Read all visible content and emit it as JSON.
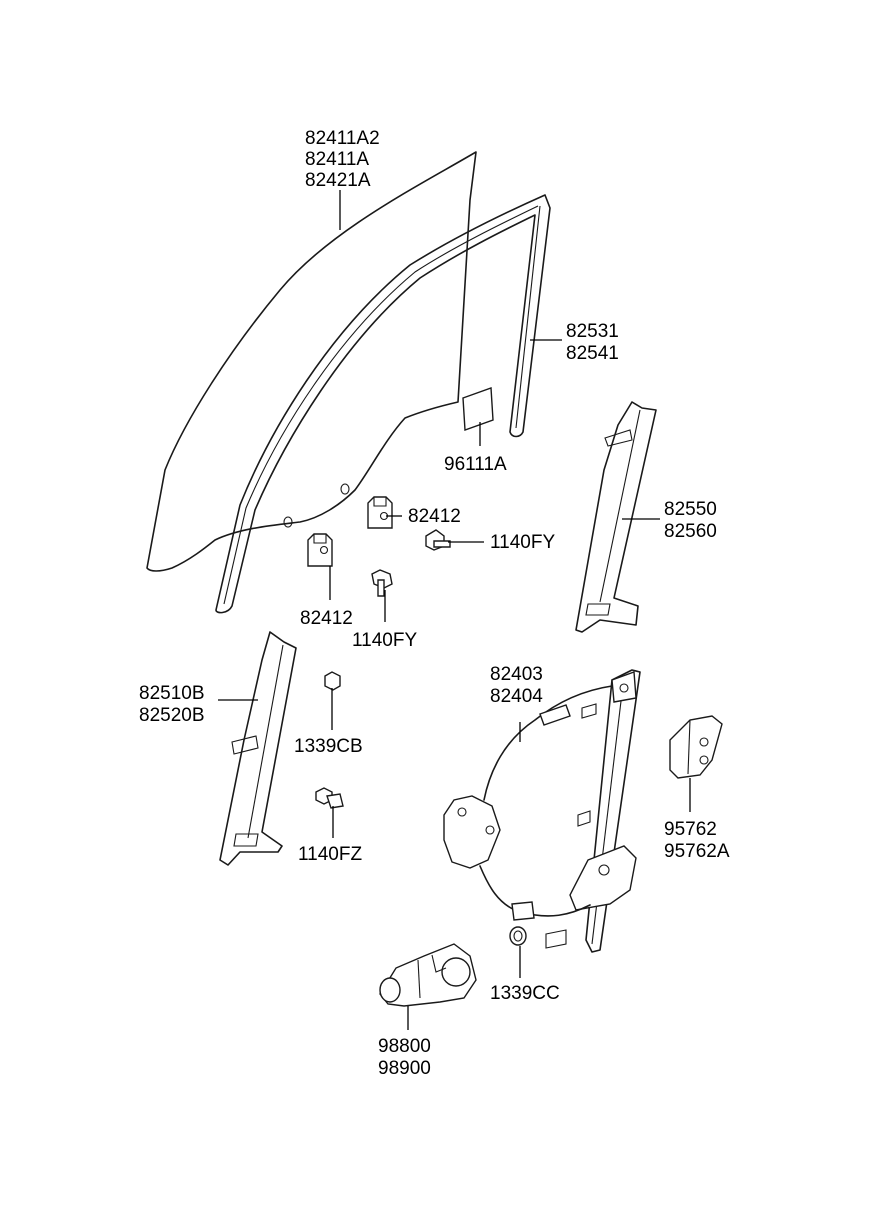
{
  "callouts": {
    "glass": [
      "82411A2",
      "82411A",
      "82421A"
    ],
    "run_channel": [
      "82531",
      "82541"
    ],
    "label_sticker": [
      "96111A"
    ],
    "holder_upper": [
      "82412"
    ],
    "bolt_upper": [
      "1140FY"
    ],
    "holder_lower": [
      "82412"
    ],
    "bolt_lower": [
      "1140FY"
    ],
    "rear_channel": [
      "82550",
      "82560"
    ],
    "front_channel": [
      "82510B",
      "82520B"
    ],
    "nut_1339cb": [
      "1339CB"
    ],
    "bolt_1140fz": [
      "1140FZ"
    ],
    "regulator": [
      "82403",
      "82404"
    ],
    "module": [
      "95762",
      "95762A"
    ],
    "grommet": [
      "1339CC"
    ],
    "motor": [
      "98800",
      "98900"
    ]
  }
}
